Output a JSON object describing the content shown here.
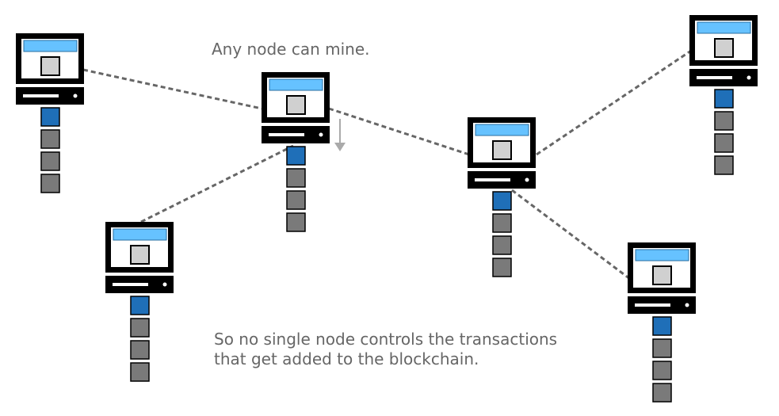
{
  "captions": {
    "top": "Any node can mine.",
    "bottom_line1": "So no single node controls the transactions",
    "bottom_line2": "that get added to the blockchain."
  },
  "colors": {
    "screen_bar": "#66c2ff",
    "latest_block": "#1f6fb8",
    "older_block": "#7a7a7a",
    "link": "#666666",
    "mining_arrow": "#aaaaaa"
  },
  "nodes": [
    {
      "name": "node-1",
      "blocks": 4
    },
    {
      "name": "node-2",
      "blocks": 4,
      "mining": true
    },
    {
      "name": "node-3",
      "blocks": 4
    },
    {
      "name": "node-4",
      "blocks": 4
    },
    {
      "name": "node-5",
      "blocks": 4
    },
    {
      "name": "node-6",
      "blocks": 4
    }
  ],
  "icons": {
    "computer": "computer-icon",
    "block": "block-icon",
    "arrow": "arrow-down-icon"
  }
}
